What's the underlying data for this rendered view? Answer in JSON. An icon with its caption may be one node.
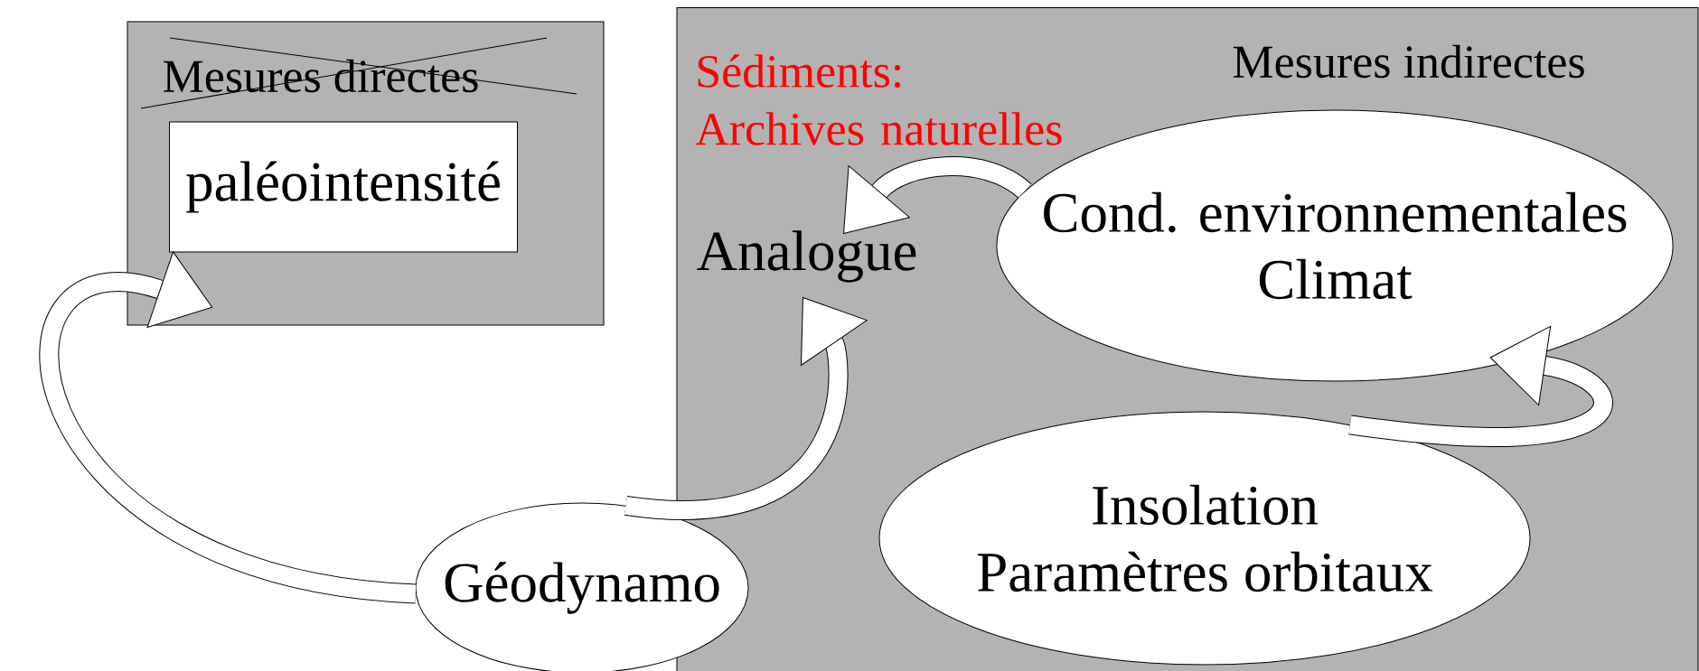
{
  "diagram": {
    "nodes": [
      {
        "text": [
          "Mesures directes"
        ]
      },
      {
        "text": [
          "paléointensité"
        ],
        "in": 0
      },
      {
        "text": [
          "Mesures indirectes"
        ]
      },
      {
        "text": [
          "Analogue"
        ],
        "in": 2
      },
      {
        "text": [
          "Cond. environnementales",
          "Climat"
        ],
        "in": 2
      },
      {
        "text": [
          "Insolation",
          "Paramètres orbitaux"
        ],
        "in": 2
      },
      {
        "text": [
          "Géodynamo"
        ]
      }
    ],
    "edges": [
      {
        "from": 6,
        "to": 0,
        "arrow": "to"
      },
      {
        "from": 6,
        "to": 3,
        "arrow": "to"
      },
      {
        "from": 4,
        "to": 3,
        "arrow": "to"
      },
      {
        "from": 5,
        "to": 4,
        "arrow": "to"
      }
    ],
    "labels": [
      "Sédiments: Archives naturelles"
    ]
  }
}
